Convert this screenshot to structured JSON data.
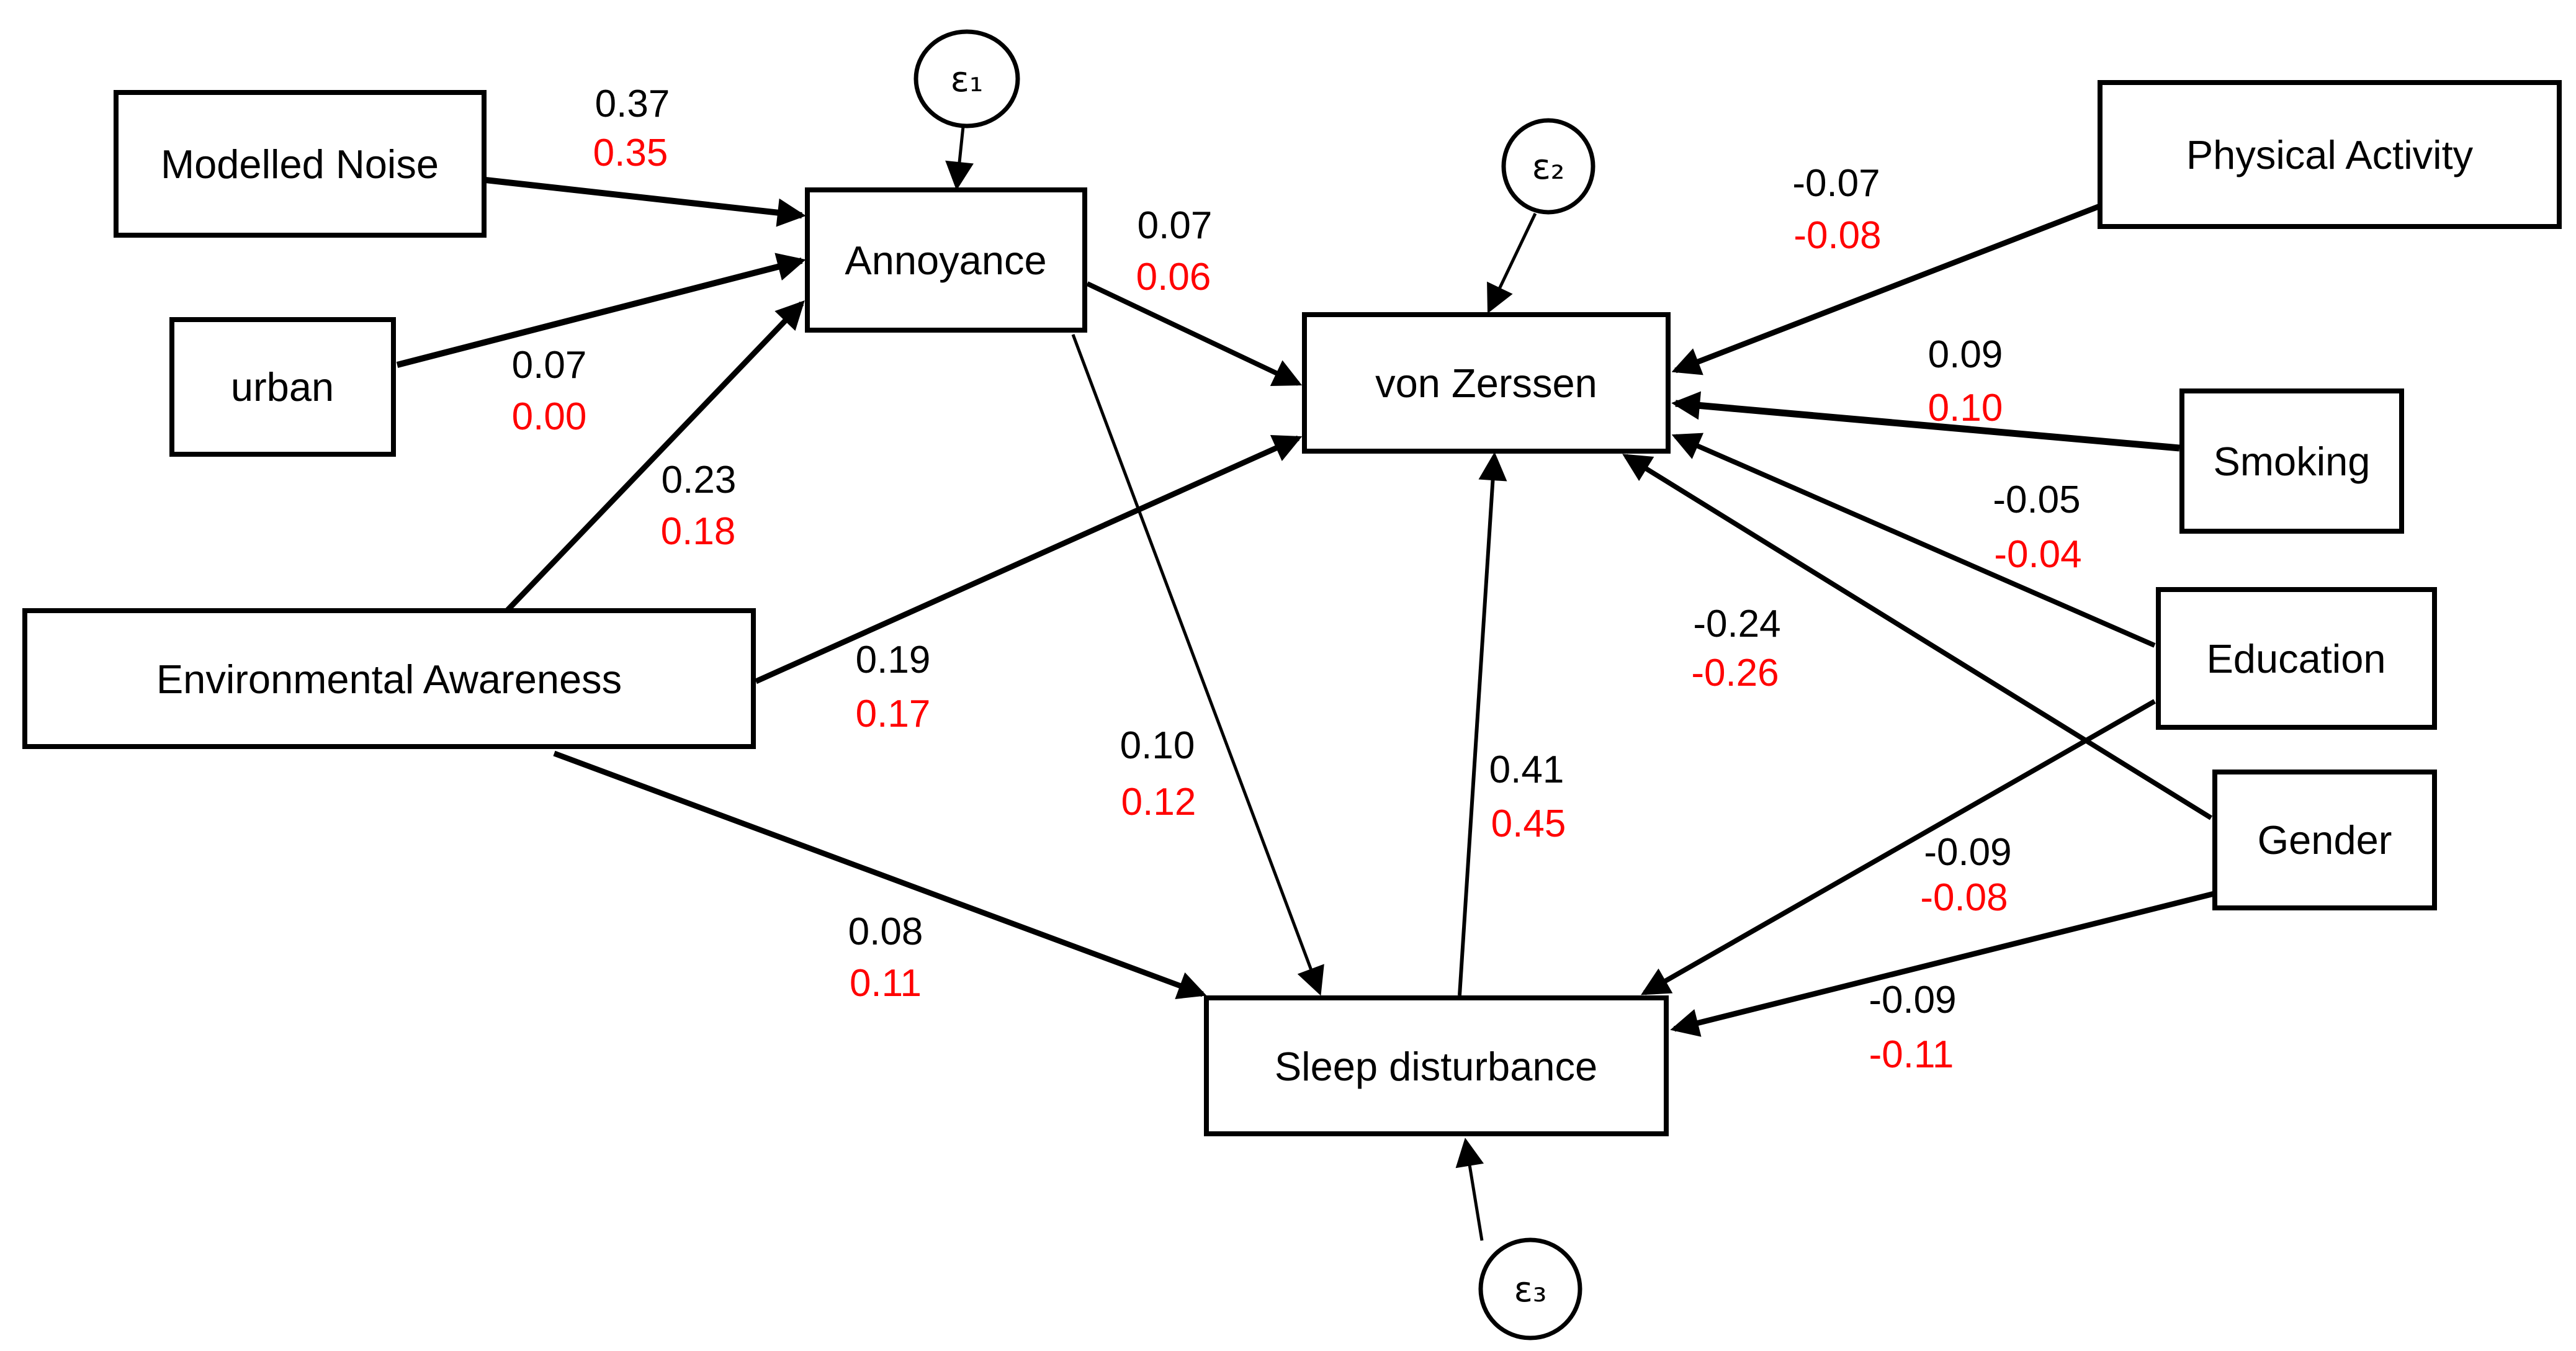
{
  "figure": {
    "type": "path-diagram",
    "background": "#ffffff",
    "colors": {
      "estimate_text": "#000000",
      "adjusted_estimate_text": "#ff0000",
      "node_border": "#000000",
      "node_text": "#000000",
      "arrow": "#000000"
    }
  },
  "nodes": {
    "modelled_noise": {
      "label": "Modelled Noise"
    },
    "urban": {
      "label": "urban"
    },
    "environmental_awareness": {
      "label": "Environmental Awareness"
    },
    "annoyance": {
      "label": "Annoyance"
    },
    "von_zerssen": {
      "label": "von Zerssen"
    },
    "sleep_disturbance": {
      "label": "Sleep disturbance"
    },
    "physical_activity": {
      "label": "Physical Activity"
    },
    "smoking": {
      "label": "Smoking"
    },
    "education": {
      "label": "Education"
    },
    "gender": {
      "label": "Gender"
    }
  },
  "error_terms": {
    "e1": {
      "label": "ε₁"
    },
    "e2": {
      "label": "ε₂"
    },
    "e3": {
      "label": "ε₃"
    }
  },
  "edges": [
    {
      "from": "Modelled Noise",
      "to": "Annoyance",
      "estimate": "0.37",
      "estimate_adjusted": "0.35"
    },
    {
      "from": "urban",
      "to": "Annoyance",
      "estimate": "0.07",
      "estimate_adjusted": "0.00"
    },
    {
      "from": "Environmental Awareness",
      "to": "Annoyance",
      "estimate": "0.23",
      "estimate_adjusted": "0.18"
    },
    {
      "from": "Annoyance",
      "to": "von Zerssen",
      "estimate": "0.07",
      "estimate_adjusted": "0.06"
    },
    {
      "from": "Annoyance",
      "to": "Sleep disturbance",
      "estimate": "0.10",
      "estimate_adjusted": "0.12"
    },
    {
      "from": "Environmental Awareness",
      "to": "von Zerssen",
      "estimate": "0.19",
      "estimate_adjusted": "0.17"
    },
    {
      "from": "Environmental Awareness",
      "to": "Sleep disturbance",
      "estimate": "0.08",
      "estimate_adjusted": "0.11"
    },
    {
      "from": "Sleep disturbance",
      "to": "von Zerssen",
      "estimate": "0.41",
      "estimate_adjusted": "0.45"
    },
    {
      "from": "Physical Activity",
      "to": "von Zerssen",
      "estimate": "-0.07",
      "estimate_adjusted": "-0.08"
    },
    {
      "from": "Smoking",
      "to": "von Zerssen",
      "estimate": "0.09",
      "estimate_adjusted": "0.10"
    },
    {
      "from": "Education",
      "to": "von Zerssen",
      "estimate": "-0.05",
      "estimate_adjusted": "-0.04"
    },
    {
      "from": "Gender",
      "to": "von Zerssen",
      "estimate": "-0.24",
      "estimate_adjusted": "-0.26"
    },
    {
      "from": "Education",
      "to": "Sleep disturbance",
      "estimate": "-0.09",
      "estimate_adjusted": "-0.08"
    },
    {
      "from": "Gender",
      "to": "Sleep disturbance",
      "estimate": "-0.09",
      "estimate_adjusted": "-0.11"
    },
    {
      "from": "ε₁",
      "to": "Annoyance",
      "estimate": "",
      "estimate_adjusted": ""
    },
    {
      "from": "ε₂",
      "to": "von Zerssen",
      "estimate": "",
      "estimate_adjusted": ""
    },
    {
      "from": "ε₃",
      "to": "Sleep disturbance",
      "estimate": "",
      "estimate_adjusted": ""
    }
  ]
}
